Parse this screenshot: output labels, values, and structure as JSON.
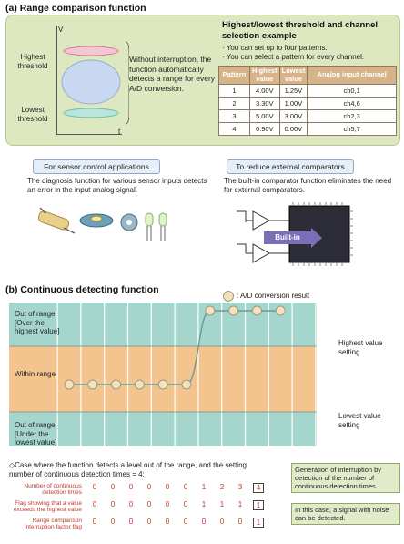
{
  "section_a": {
    "title": "(a) Range comparison function",
    "axis_v": "V",
    "axis_t": "t",
    "highest_label": "Highest threshold",
    "lowest_label": "Lowest threshold",
    "description": "Without interruption, the function automatically detects a range for every A/D conversion.",
    "example_title": "Highest/lowest threshold and channel selection example",
    "bullets": [
      "· You can set up to four patterns.",
      "· You can select a pattern for every channel."
    ],
    "table": {
      "headers": [
        "Pattern",
        "Highest value",
        "Lowest value",
        "Analog input channel"
      ],
      "rows": [
        [
          "1",
          "4.00V",
          "1.25V",
          "ch0,1"
        ],
        [
          "2",
          "3.30V",
          "1.00V",
          "ch4,6"
        ],
        [
          "3",
          "5.00V",
          "3.00V",
          "ch2,3"
        ],
        [
          "4",
          "0.90V",
          "0.00V",
          "ch5,7"
        ]
      ]
    }
  },
  "middle": {
    "sensor_title": "For sensor control applications",
    "sensor_desc": "The diagnosis function for various sensor inputs detects an error in the input analog signal.",
    "comparator_title": "To reduce external comparators",
    "comparator_desc": "The built-in comparator function eliminates the need for external comparators.",
    "builtin_label": "Built-in"
  },
  "section_b": {
    "title": "(b) Continuous detecting function",
    "legend": ": A/D conversion result",
    "band_top": "Out of range [Over the highest value]",
    "band_mid": "Within range",
    "band_bot": "Out of range [Under the lowest value]",
    "highest_setting": "Highest value setting",
    "lowest_setting": "Lowest value setting",
    "case_text": "◇Case where the function detects a level out of the range, and the setting number of continuous detection times = 4:",
    "callout_top": "Generation of interruption by detection of the number of continuous detection times",
    "callout_bottom": "In this case, a signal with noise can be detected.",
    "row_labels": [
      "Number of continuous detection times",
      "Flag showing that a value exceeds the highest value",
      "Range comparison interruption factor flag"
    ],
    "rows": [
      [
        "0",
        "0",
        "0",
        "0",
        "0",
        "0",
        "1",
        "2",
        "3",
        "4"
      ],
      [
        "0",
        "0",
        "0",
        "0",
        "0",
        "0",
        "1",
        "1",
        "1",
        "1"
      ],
      [
        "0",
        "0",
        "0",
        "0",
        "0",
        "0",
        "0",
        "0",
        "0",
        "1"
      ]
    ]
  },
  "chart_data": {
    "type": "line",
    "x": [
      1,
      2,
      3,
      4,
      5,
      6,
      7,
      8,
      9,
      10
    ],
    "y": [
      "Within range",
      "Within range",
      "Within range",
      "Within range",
      "Within range",
      "Within range",
      "Out of range [Over the highest value]",
      "Out of range [Over the highest value]",
      "Out of range [Over the highest value]",
      "Out of range [Over the highest value]"
    ],
    "legend": [
      ": A/D conversion result"
    ]
  },
  "colors": {
    "green_panel": "#dde8c0",
    "orange_band": "#f4c48e",
    "teal_band": "#a4d6cd",
    "red_text": "#c0392b"
  }
}
